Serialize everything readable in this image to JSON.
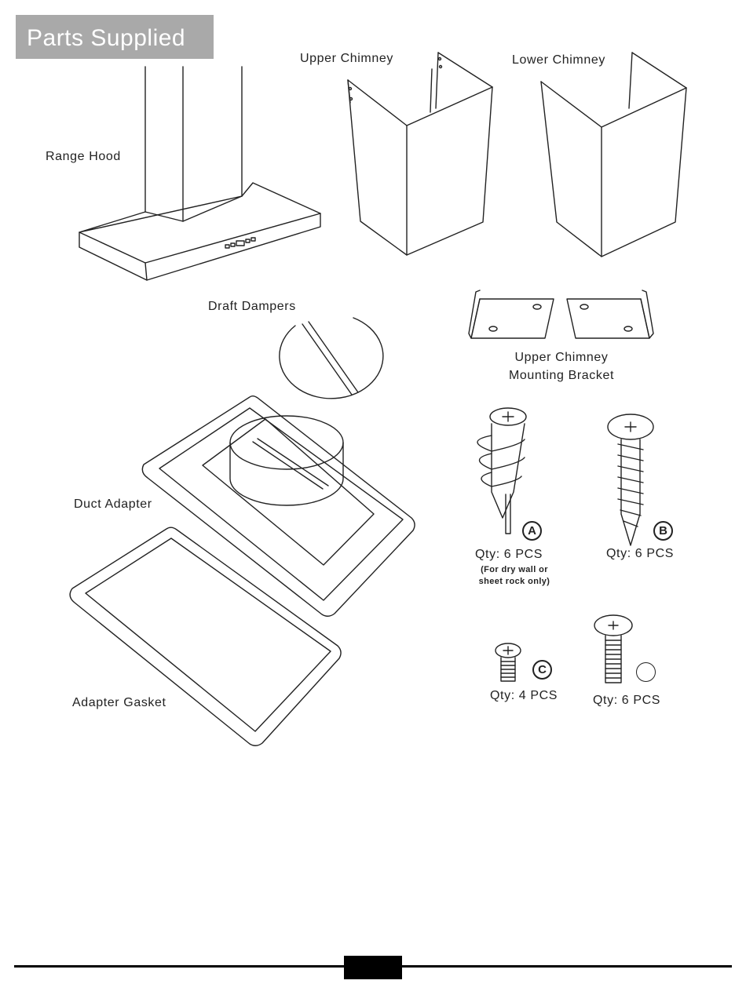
{
  "heading": "Parts Supplied",
  "labels": {
    "range_hood": "Range Hood",
    "upper_chimney": "Upper Chimney",
    "lower_chimney": "Lower Chimney",
    "draft_dampers": "Draft Dampers",
    "bracket_line1": "Upper Chimney",
    "bracket_line2": "Mounting Bracket",
    "duct_adapter": "Duct Adapter",
    "adapter_gasket": "Adapter Gasket"
  },
  "hardware": {
    "a": {
      "badge": "A",
      "qty": "Qty: 6 PCS",
      "note_line1": "(For dry wall or",
      "note_line2": "sheet rock only)"
    },
    "b": {
      "badge": "B",
      "qty": "Qty: 6 PCS"
    },
    "c": {
      "badge": "C",
      "qty": "Qty: 4 PCS"
    },
    "d": {
      "badge": "",
      "qty": "Qty: 6 PCS"
    }
  },
  "colors": {
    "heading_bg": "#a9a9a9",
    "heading_text": "#ffffff",
    "line_art": "#222222"
  }
}
